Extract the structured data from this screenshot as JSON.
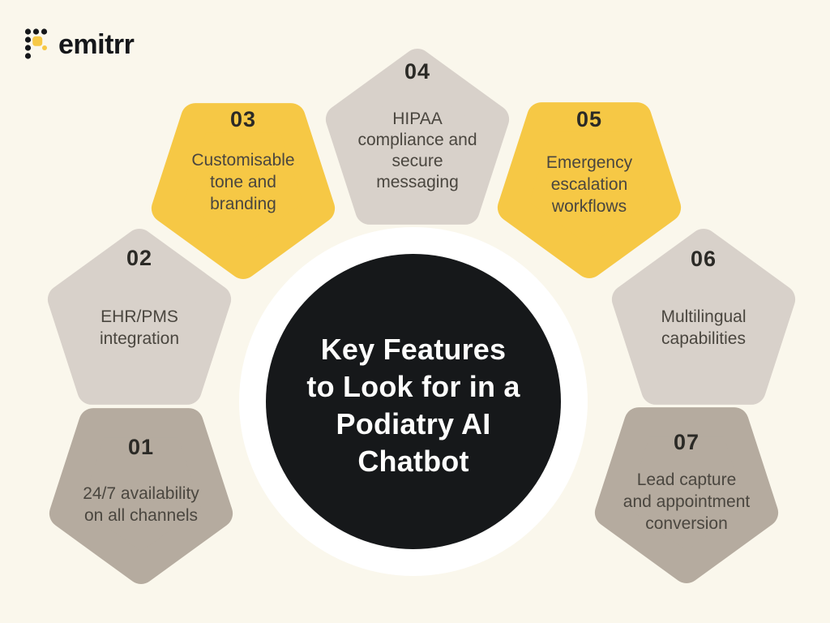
{
  "logo": {
    "text": "emitrr",
    "icon": "dot-grid-icon"
  },
  "title": {
    "full": "Key Features to Look for in a Podiatry AI Chatbot",
    "lines": [
      "Key Features",
      "to Look for in a",
      "Podiatry AI",
      "Chatbot"
    ]
  },
  "pentagons": [
    {
      "number": "01",
      "label": "24/7 availability on all channels",
      "lines": [
        "24/7 availability",
        "on all channels"
      ],
      "color": "#B5AB9F"
    },
    {
      "number": "02",
      "label": "EHR/PMS integration",
      "lines": [
        "EHR/PMS",
        "integration"
      ],
      "color": "#D8D1CA"
    },
    {
      "number": "03",
      "label": "Customisable tone and branding",
      "lines": [
        "Customisable",
        "tone and",
        "branding"
      ],
      "color": "#F6C845"
    },
    {
      "number": "04",
      "label": "HIPAA compliance and secure messaging",
      "lines": [
        "HIPAA",
        "compliance and",
        "secure",
        "messaging"
      ],
      "color": "#D8D1CA"
    },
    {
      "number": "05",
      "label": "Emergency escalation workflows",
      "lines": [
        "Emergency",
        "escalation",
        "workflows"
      ],
      "color": "#F6C845"
    },
    {
      "number": "06",
      "label": "Multilingual capabilities",
      "lines": [
        "Multilingual",
        "capabilities"
      ],
      "color": "#D8D1CA"
    },
    {
      "number": "07",
      "label": "Lead capture and appointment conversion",
      "lines": [
        "Lead capture",
        "and appointment",
        "conversion"
      ],
      "color": "#B5AB9F"
    }
  ],
  "colors": {
    "background": "#FAF7EC",
    "yellow": "#F6C845",
    "light_gray": "#D8D1CA",
    "dark_taupe": "#B5AB9F",
    "center_circle": "#16181A",
    "white_ring": "#FFFFFF",
    "number_text": "#2B2A26",
    "label_text": "#4A463F",
    "title_text": "#FDFDFC",
    "logo_black": "#15171A"
  }
}
